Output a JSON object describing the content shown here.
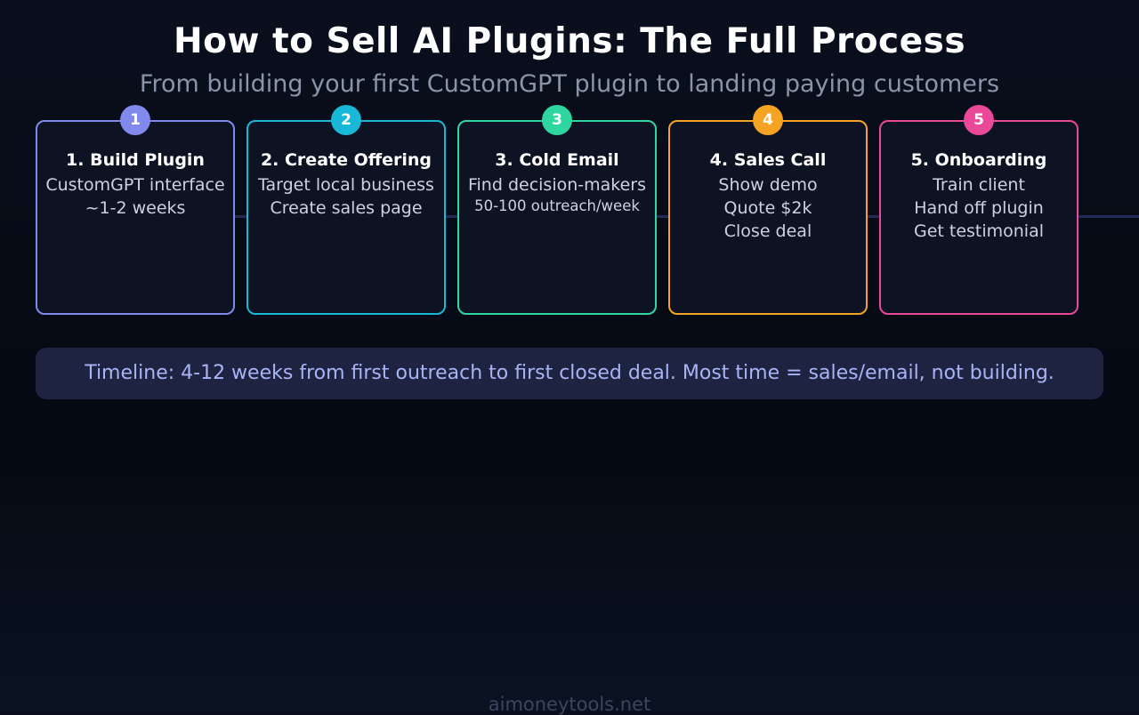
{
  "page": {
    "title": "How to Sell AI Plugins: The Full Process",
    "subtitle": "From building your first CustomGPT plugin to landing paying customers",
    "footer": "aimoneytools.net"
  },
  "colors": {
    "background_top": "#0a0f1e",
    "background_bottom": "#0a1222",
    "card_background": "#0d1322",
    "connector_line": "#202c55",
    "banner_background": "#1e2342",
    "banner_text": "#a9b4f4",
    "body_text": "#ccd2e0",
    "subtitle_text": "#8b95aa",
    "footer_text": "#3b465c"
  },
  "steps": [
    {
      "number": "1",
      "title": "1. Build Plugin",
      "lines": [
        "CustomGPT interface",
        "~1-2 weeks"
      ],
      "color": "#8289ec"
    },
    {
      "number": "2",
      "title": "2. Create Offering",
      "lines": [
        "Target local business",
        "Create sales page"
      ],
      "color": "#1ab8d8"
    },
    {
      "number": "3",
      "title": "3. Cold Email",
      "lines": [
        "Find decision-makers",
        "50-100 outreach/week"
      ],
      "color": "#2fd6a0"
    },
    {
      "number": "4",
      "title": "4. Sales Call",
      "lines": [
        "Show demo",
        "Quote $2k",
        "Close deal"
      ],
      "color": "#f5a322"
    },
    {
      "number": "5",
      "title": "5. Onboarding",
      "lines": [
        "Train client",
        "Hand off plugin",
        "Get testimonial"
      ],
      "color": "#ec4899"
    }
  ],
  "timeline": {
    "text": "Timeline: 4-12 weeks from first outreach to first closed deal. Most time = sales/email, not building."
  }
}
